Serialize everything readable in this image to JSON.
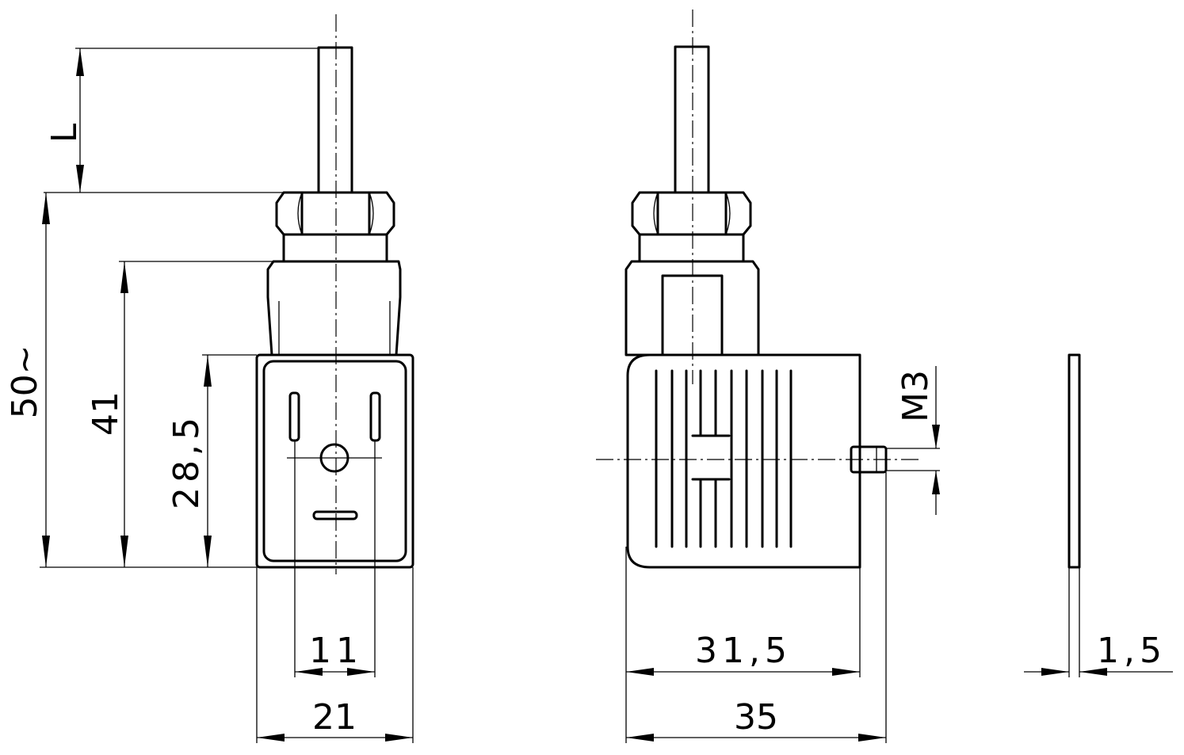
{
  "front_view": {
    "dim_length": "L",
    "dim_height_total": "50~",
    "dim_height_41": "41",
    "dim_height_28_5": "28,5",
    "dim_pin_spacing": "11",
    "dim_width": "21"
  },
  "side_view": {
    "dim_screw_thread": "M3",
    "dim_depth_31_5": "31,5",
    "dim_depth_35": "35"
  },
  "gasket_view": {
    "dim_thickness": "1,5"
  }
}
